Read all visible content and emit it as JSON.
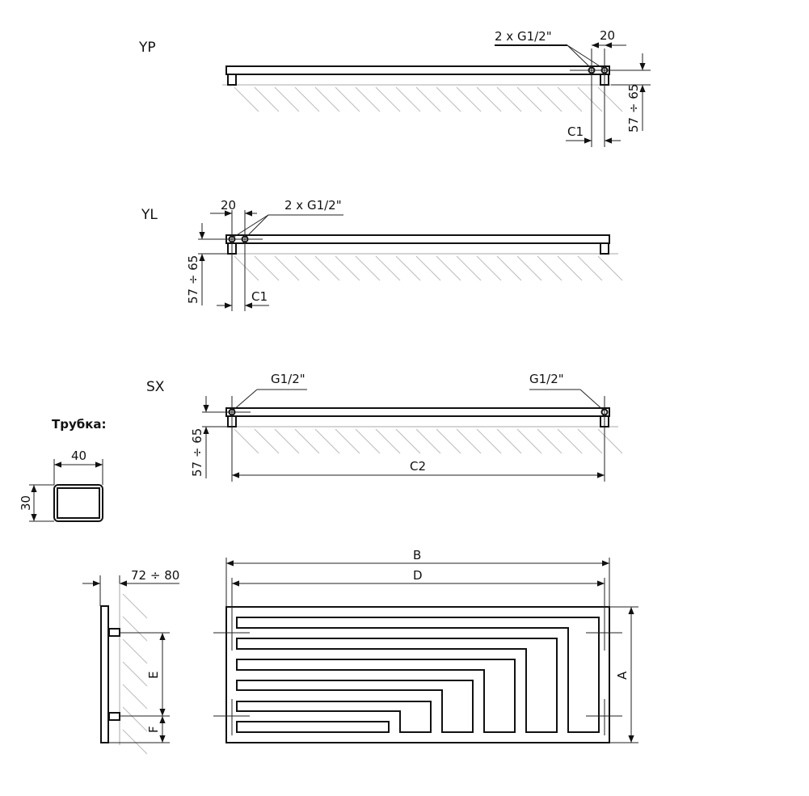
{
  "views": {
    "yp": {
      "label": "YP",
      "connection": "2 x G1/2\"",
      "offset": "20",
      "height": "57 ÷ 65",
      "c_dim": "C1"
    },
    "yl": {
      "label": "YL",
      "connection": "2 x G1/2\"",
      "offset": "20",
      "height": "57 ÷ 65",
      "c_dim": "C1"
    },
    "sx": {
      "label": "SX",
      "connection_left": "G1/2\"",
      "connection_right": "G1/2\"",
      "height": "57 ÷ 65",
      "c_dim": "C2"
    }
  },
  "tube": {
    "title": "Трубка:",
    "width": "40",
    "height": "30"
  },
  "side_view": {
    "depth": "72 ÷ 80",
    "e_dim": "E",
    "f_dim": "F"
  },
  "front_view": {
    "b_dim": "B",
    "d_dim": "D",
    "a_dim": "A"
  }
}
